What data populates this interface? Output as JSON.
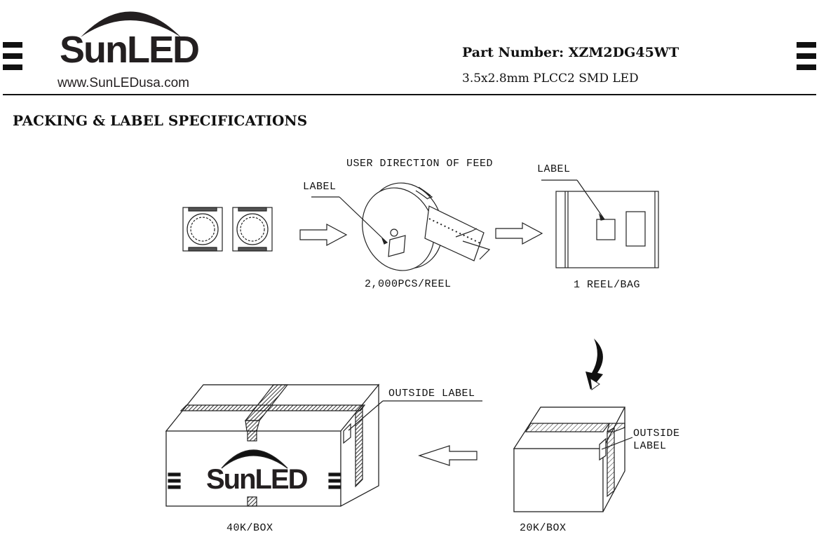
{
  "header": {
    "brand": "SunLED",
    "url": "www.SunLEDusa.com",
    "part_number_label": "Part Number: XZM2DG45WT",
    "subtitle": "3.5x2.8mm PLCC2 SMD LED"
  },
  "section_title": "PACKING & LABEL SPECIFICATIONS",
  "diagram": {
    "feed_label": "USER DIRECTION OF FEED",
    "reel_label": "LABEL",
    "bag_label": "LABEL",
    "reel_caption": "2,000PCS/REEL",
    "bag_caption": "1 REEL/BAG",
    "large_box_label": "OUTSIDE LABEL",
    "small_box_label_line1": "OUTSIDE",
    "small_box_label_line2": "LABEL",
    "large_box_caption": "40K/BOX",
    "small_box_caption": "20K/BOX",
    "box_brand": "SunLED"
  }
}
